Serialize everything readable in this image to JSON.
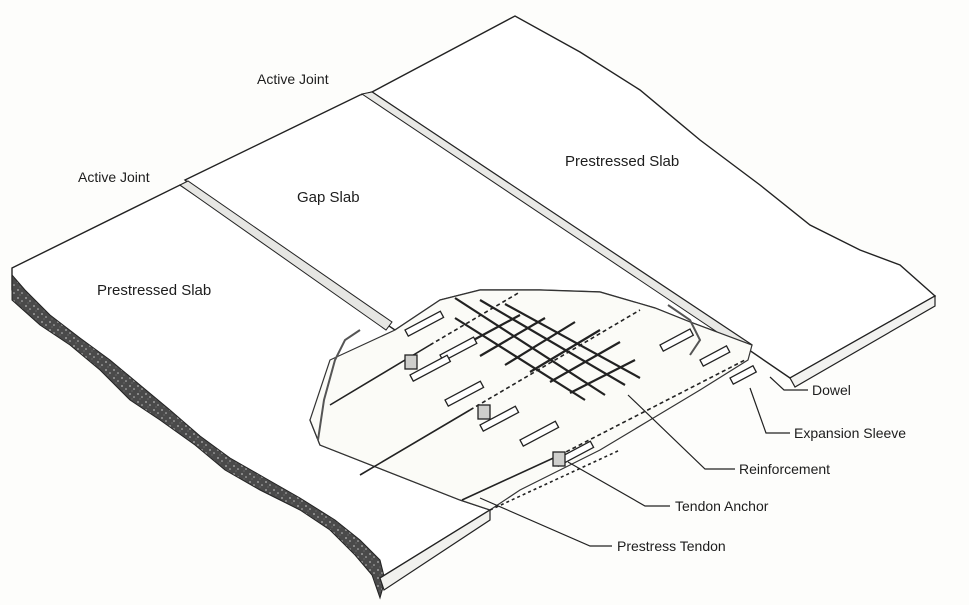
{
  "labels": {
    "active_joint_top": "Active Joint",
    "active_joint_left": "Active Joint",
    "prestressed_slab_left": "Prestressed Slab",
    "gap_slab": "Gap Slab",
    "prestressed_slab_right": "Prestressed Slab",
    "dowel": "Dowel",
    "expansion_sleeve": "Expansion Sleeve",
    "reinforcement": "Reinforcement",
    "tendon_anchor": "Tendon Anchor",
    "prestress_tendon": "Prestress Tendon"
  },
  "colors": {
    "line": "#222222",
    "cut_face": "#3a3a3a",
    "background": "#fdfdfb"
  }
}
